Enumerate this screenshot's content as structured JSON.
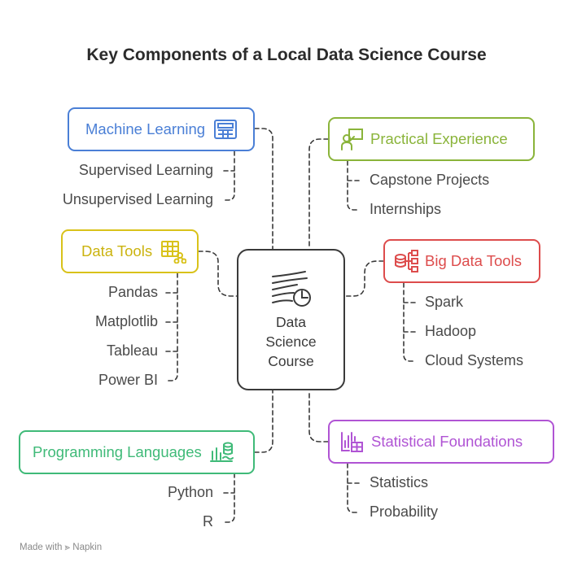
{
  "title": "Key Components of a Local Data Science Course",
  "center": {
    "label": "Data\nScience\nCourse"
  },
  "nodes": {
    "machine_learning": {
      "label": "Machine Learning",
      "color": "#4a7fd6",
      "icon": "grid-table-icon",
      "children": [
        "Supervised Learning",
        "Unsupervised Learning"
      ]
    },
    "practical_experience": {
      "label": "Practical Experience",
      "color": "#8ab43a",
      "icon": "presenter-icon",
      "children": [
        "Capstone Projects",
        "Internships"
      ]
    },
    "data_tools": {
      "label": "Data Tools",
      "color": "#d9c21a",
      "icon": "table-network-icon",
      "children": [
        "Pandas",
        "Matplotlib",
        "Tableau",
        "Power BI"
      ]
    },
    "big_data_tools": {
      "label": "Big Data Tools",
      "color": "#dd4c4c",
      "icon": "database-hierarchy-icon",
      "children": [
        "Spark",
        "Hadoop",
        "Cloud Systems"
      ]
    },
    "programming_languages": {
      "label": "Programming Languages",
      "color": "#3fba78",
      "icon": "data-chart-icon",
      "children": [
        "Python",
        "R"
      ]
    },
    "statistical_foundations": {
      "label": "Statistical Foundations",
      "color": "#b054d4",
      "icon": "bar-chart-table-icon",
      "children": [
        "Statistics",
        "Probability"
      ]
    }
  },
  "footer": "Made with ⪢ Napkin"
}
